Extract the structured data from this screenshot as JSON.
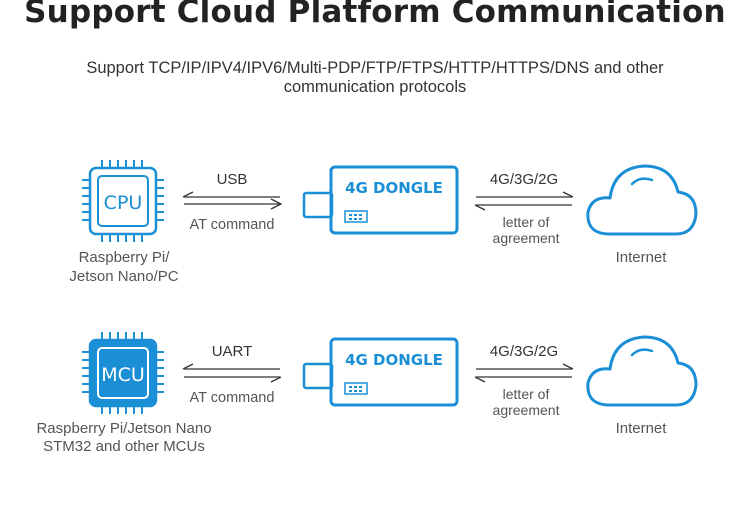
{
  "title": "Support Cloud Platform Communication",
  "subtitle": "Support TCP/IP/IPV4/IPV6/Multi-PDP/FTP/FTPS/HTTP/HTTPS/DNS and other communication protocols",
  "rows": [
    {
      "chip_label": "CPU",
      "chip_style": "outline",
      "chip_caption_line1": "Raspberry Pi/",
      "chip_caption_line2": "Jetson Nano/PC",
      "left_link_top": "USB",
      "left_link_bottom": "AT command",
      "dongle_label": "4G DONGLE",
      "right_link_top": "4G/3G/2G",
      "right_link_bottom_line1": "letter of",
      "right_link_bottom_line2": "agreement",
      "cloud_caption": "Internet"
    },
    {
      "chip_label": "MCU",
      "chip_style": "filled",
      "chip_caption_line1": "Raspberry Pi/Jetson Nano",
      "chip_caption_line2": "STM32 and other MCUs",
      "left_link_top": "UART",
      "left_link_bottom": "AT command",
      "dongle_label": "4G DONGLE",
      "right_link_top": "4G/3G/2G",
      "right_link_bottom_line1": "letter of",
      "right_link_bottom_line2": "agreement",
      "cloud_caption": "Internet"
    }
  ],
  "colors": {
    "accent": "#1a8fd6",
    "arrow": "#333333",
    "caption": "#555555"
  },
  "icons": [
    "chip-icon",
    "usb-dongle-icon",
    "cloud-icon",
    "double-arrow-icon"
  ]
}
